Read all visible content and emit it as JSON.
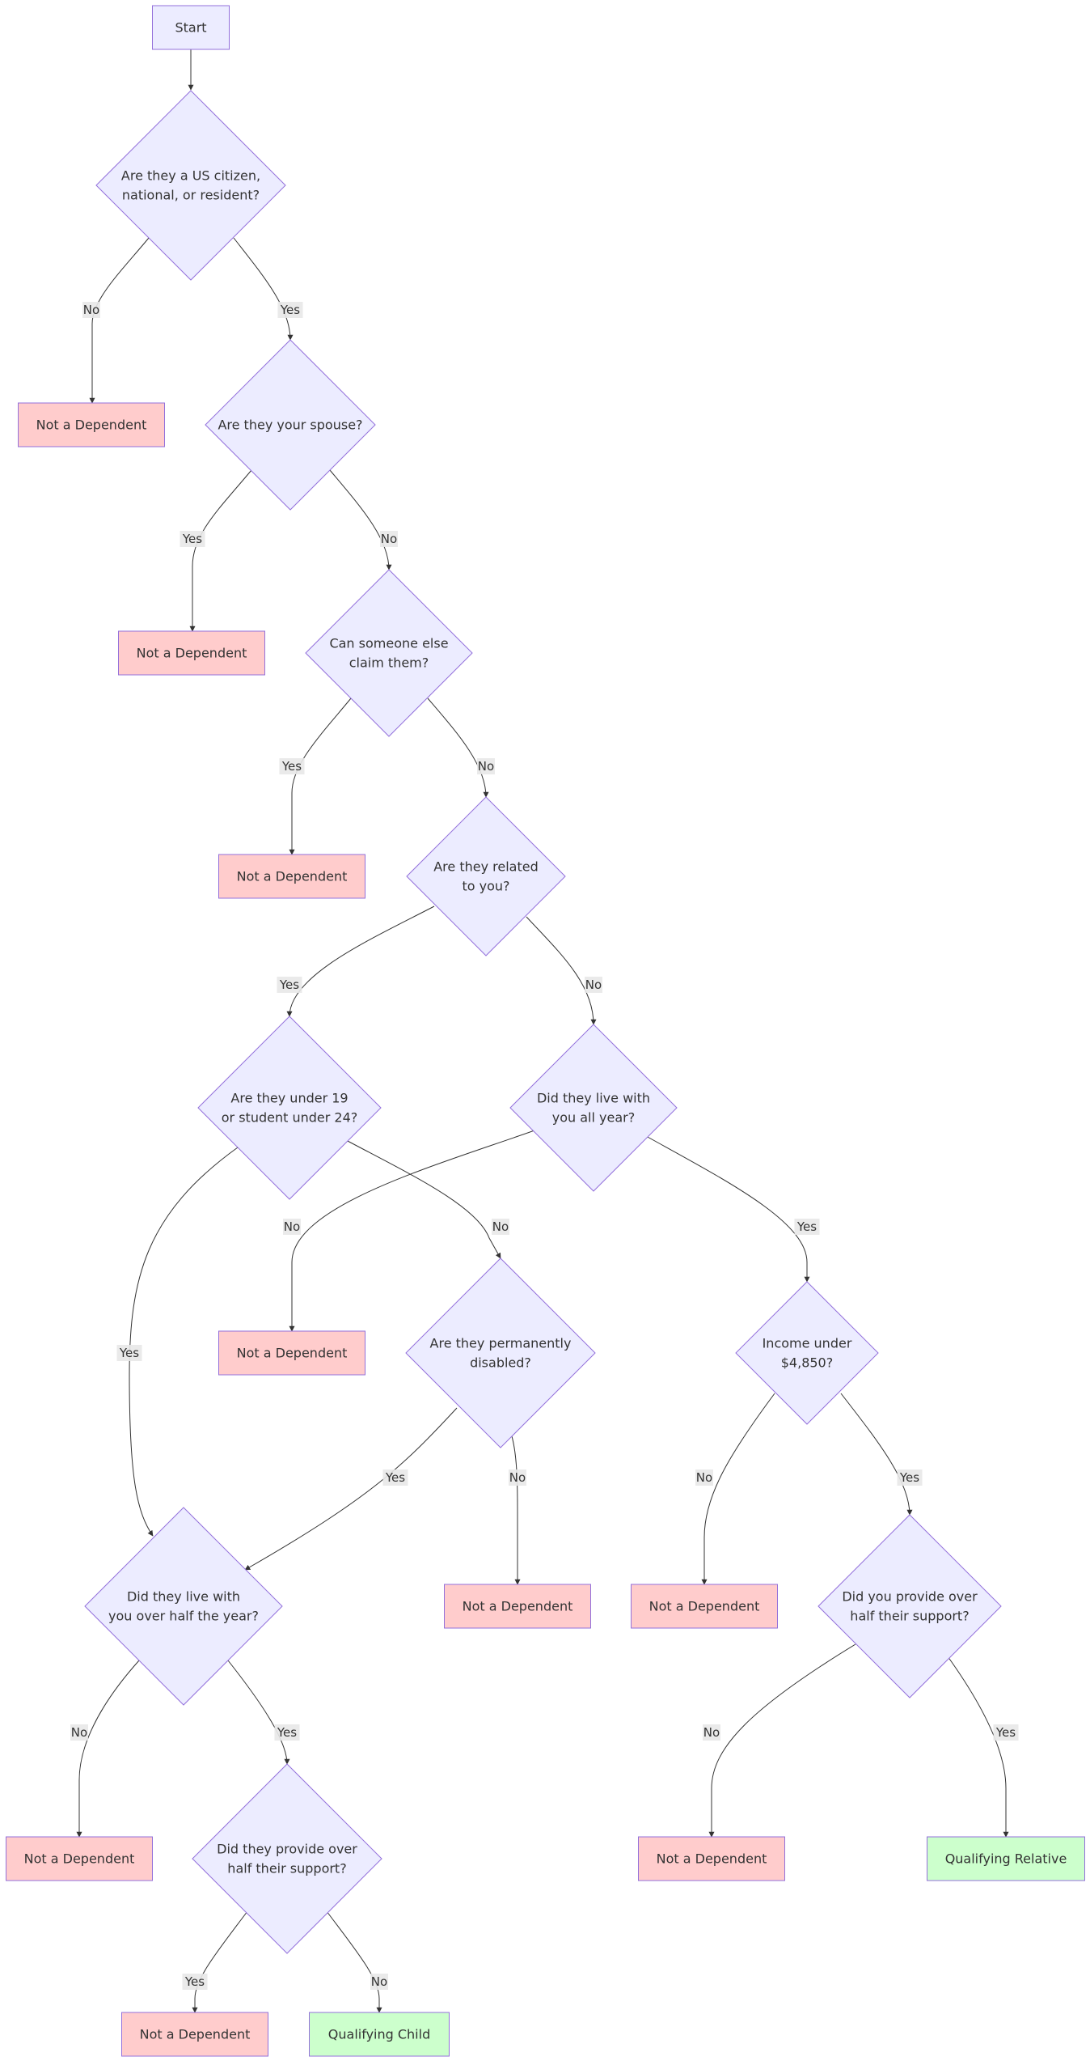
{
  "colors": {
    "decision_fill": "#ECECFF",
    "decision_stroke": "#9370DB",
    "negative_fill": "#FFCCCC",
    "positive_fill": "#CCFFCC",
    "edge": "#333333",
    "label_bg": "#E8E8E8"
  },
  "nodes": {
    "start": "Start",
    "q_citizen": [
      "Are they a US citizen,",
      "national, or resident?"
    ],
    "not_dep_1": "Not a Dependent",
    "q_spouse": [
      "Are they your spouse?"
    ],
    "not_dep_2": "Not a Dependent",
    "q_claim": [
      "Can someone else",
      "claim them?"
    ],
    "not_dep_3": "Not a Dependent",
    "q_related": [
      "Are they related",
      "to you?"
    ],
    "q_under19": [
      "Are they under 19",
      "or student under 24?"
    ],
    "q_live_all_year": [
      "Did they live with",
      "you all year?"
    ],
    "not_dep_4": "Not a Dependent",
    "q_disabled": [
      "Are they permanently",
      "disabled?"
    ],
    "q_income": [
      "Income under",
      "$4,850?"
    ],
    "q_live_half": [
      "Did they live with",
      "you over half the year?"
    ],
    "not_dep_5": "Not a Dependent",
    "not_dep_6": "Not a Dependent",
    "q_you_support": [
      "Did you provide over",
      "half their support?"
    ],
    "not_dep_7": "Not a Dependent",
    "q_they_support": [
      "Did they provide over",
      "half their support?"
    ],
    "not_dep_8": "Not a Dependent",
    "qualifying_relative": "Qualifying Relative",
    "not_dep_9": "Not a Dependent",
    "qualifying_child": "Qualifying Child"
  },
  "edge_labels": {
    "citizen_no": "No",
    "citizen_yes": "Yes",
    "spouse_yes": "Yes",
    "spouse_no": "No",
    "claim_yes": "Yes",
    "claim_no": "No",
    "related_yes": "Yes",
    "related_no": "No",
    "under19_yes": "Yes",
    "under19_no": "No",
    "live_all_year_no": "No",
    "live_all_year_yes": "Yes",
    "disabled_yes": "Yes",
    "disabled_no": "No",
    "income_no": "No",
    "income_yes": "Yes",
    "live_half_no": "No",
    "live_half_yes": "Yes",
    "you_support_no": "No",
    "you_support_yes": "Yes",
    "they_support_yes": "Yes",
    "they_support_no": "No"
  }
}
